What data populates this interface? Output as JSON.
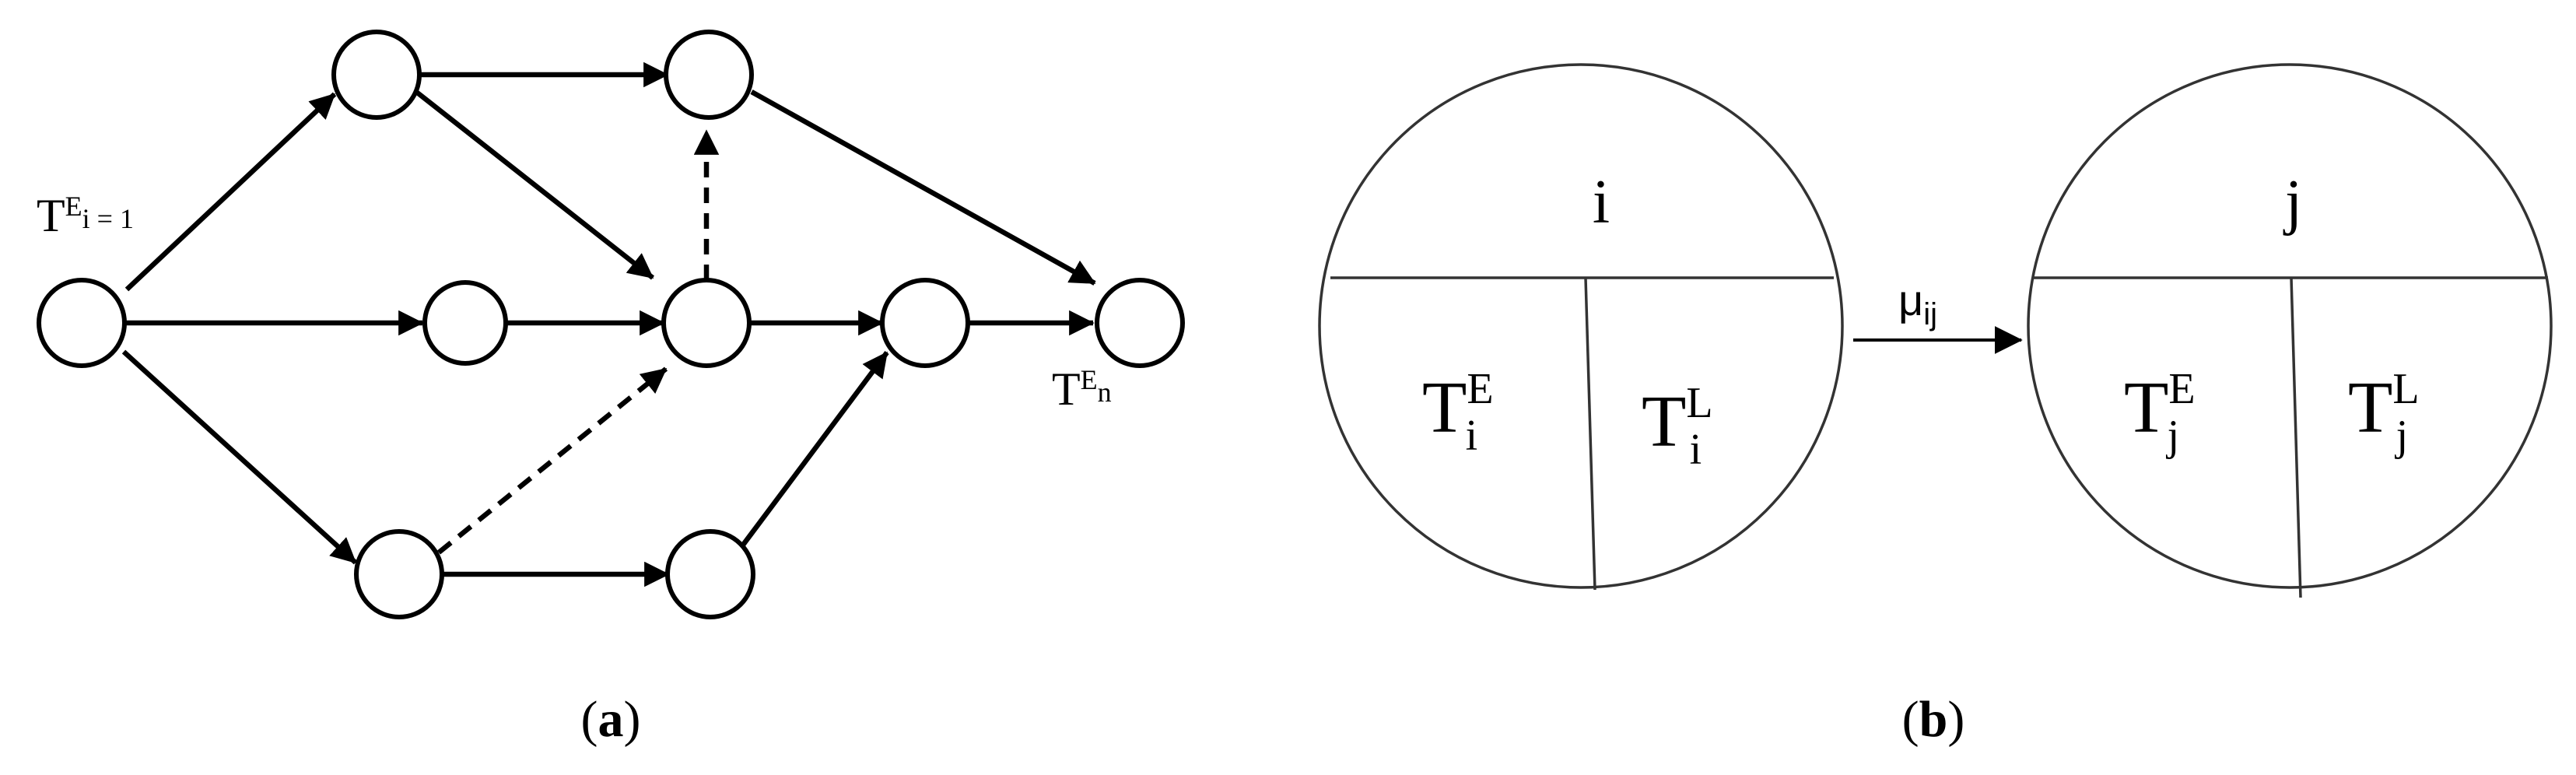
{
  "panel_a": {
    "caption_open": "(",
    "caption_letter": "a",
    "caption_close": ")",
    "start_label": {
      "base": "T",
      "sup": "E",
      "sub": "i = 1"
    },
    "end_label": {
      "base": "T",
      "sup": "E",
      "sub": "n"
    }
  },
  "panel_b": {
    "caption_open": "(",
    "caption_letter": "b",
    "caption_close": ")",
    "node_i": {
      "name": "i",
      "early": {
        "base": "T",
        "sup": "E",
        "sub": "i"
      },
      "late": {
        "base": "T",
        "sup": "L",
        "sub": "i"
      }
    },
    "node_j": {
      "name": "j",
      "early": {
        "base": "T",
        "sup": "E",
        "sub": "j"
      },
      "late": {
        "base": "T",
        "sup": "L",
        "sub": "j"
      }
    },
    "edge_label": {
      "base": "μ",
      "sub": "ij"
    }
  }
}
